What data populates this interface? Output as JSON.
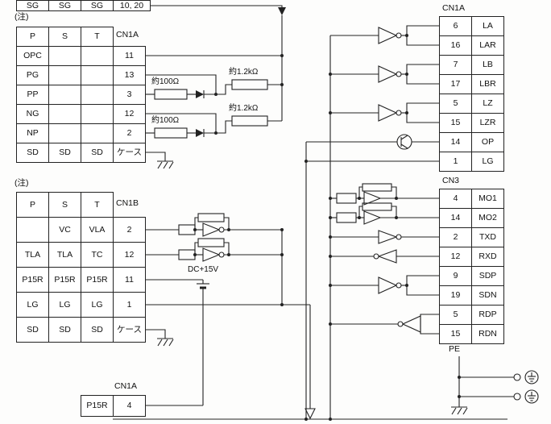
{
  "colors": {
    "line": "#222222",
    "bg": "#ffffff"
  },
  "note_label": "(注)",
  "top_table": {
    "c0": "SG",
    "c1": "SG",
    "c2": "SG",
    "pin": "10, 20"
  },
  "table1": {
    "connector": "CN1A",
    "h0": "P",
    "h1": "S",
    "h2": "T",
    "rows": [
      {
        "p": "OPC",
        "s": "",
        "t": "",
        "pin": "11"
      },
      {
        "p": "PG",
        "s": "",
        "t": "",
        "pin": "13"
      },
      {
        "p": "PP",
        "s": "",
        "t": "",
        "pin": "3"
      },
      {
        "p": "NG",
        "s": "",
        "t": "",
        "pin": "12"
      },
      {
        "p": "NP",
        "s": "",
        "t": "",
        "pin": "2"
      },
      {
        "p": "SD",
        "s": "SD",
        "t": "SD",
        "pin": "ケース"
      }
    ]
  },
  "table2": {
    "connector": "CN1B",
    "h0": "P",
    "h1": "S",
    "h2": "T",
    "rows": [
      {
        "p": "",
        "s": "VC",
        "t": "VLA",
        "pin": "2"
      },
      {
        "p": "TLA",
        "s": "TLA",
        "t": "TC",
        "pin": "12"
      },
      {
        "p": "P15R",
        "s": "P15R",
        "t": "P15R",
        "pin": "11"
      },
      {
        "p": "LG",
        "s": "LG",
        "t": "LG",
        "pin": "1"
      },
      {
        "p": "SD",
        "s": "SD",
        "t": "SD",
        "pin": "ケース"
      }
    ]
  },
  "table3": {
    "connector": "CN1A",
    "signal": "P15R",
    "pin": "4"
  },
  "cn1a_right": {
    "connector": "CN1A",
    "rows": [
      {
        "pin": "6",
        "sig": "LA"
      },
      {
        "pin": "16",
        "sig": "LAR"
      },
      {
        "pin": "7",
        "sig": "LB"
      },
      {
        "pin": "17",
        "sig": "LBR"
      },
      {
        "pin": "5",
        "sig": "LZ"
      },
      {
        "pin": "15",
        "sig": "LZR"
      },
      {
        "pin": "14",
        "sig": "OP"
      },
      {
        "pin": "1",
        "sig": "LG"
      }
    ]
  },
  "cn3_right": {
    "connector": "CN3",
    "rows": [
      {
        "pin": "4",
        "sig": "MO1"
      },
      {
        "pin": "14",
        "sig": "MO2"
      },
      {
        "pin": "2",
        "sig": "TXD"
      },
      {
        "pin": "12",
        "sig": "RXD"
      },
      {
        "pin": "9",
        "sig": "SDP"
      },
      {
        "pin": "19",
        "sig": "SDN"
      },
      {
        "pin": "5",
        "sig": "RDP"
      },
      {
        "pin": "15",
        "sig": "RDN"
      }
    ]
  },
  "labels": {
    "r100_a": "約100Ω",
    "r12k_a": "約1.2kΩ",
    "r100_b": "約100Ω",
    "r12k_b": "約1.2kΩ",
    "dc15": "DC+15V",
    "pe": "PE"
  }
}
